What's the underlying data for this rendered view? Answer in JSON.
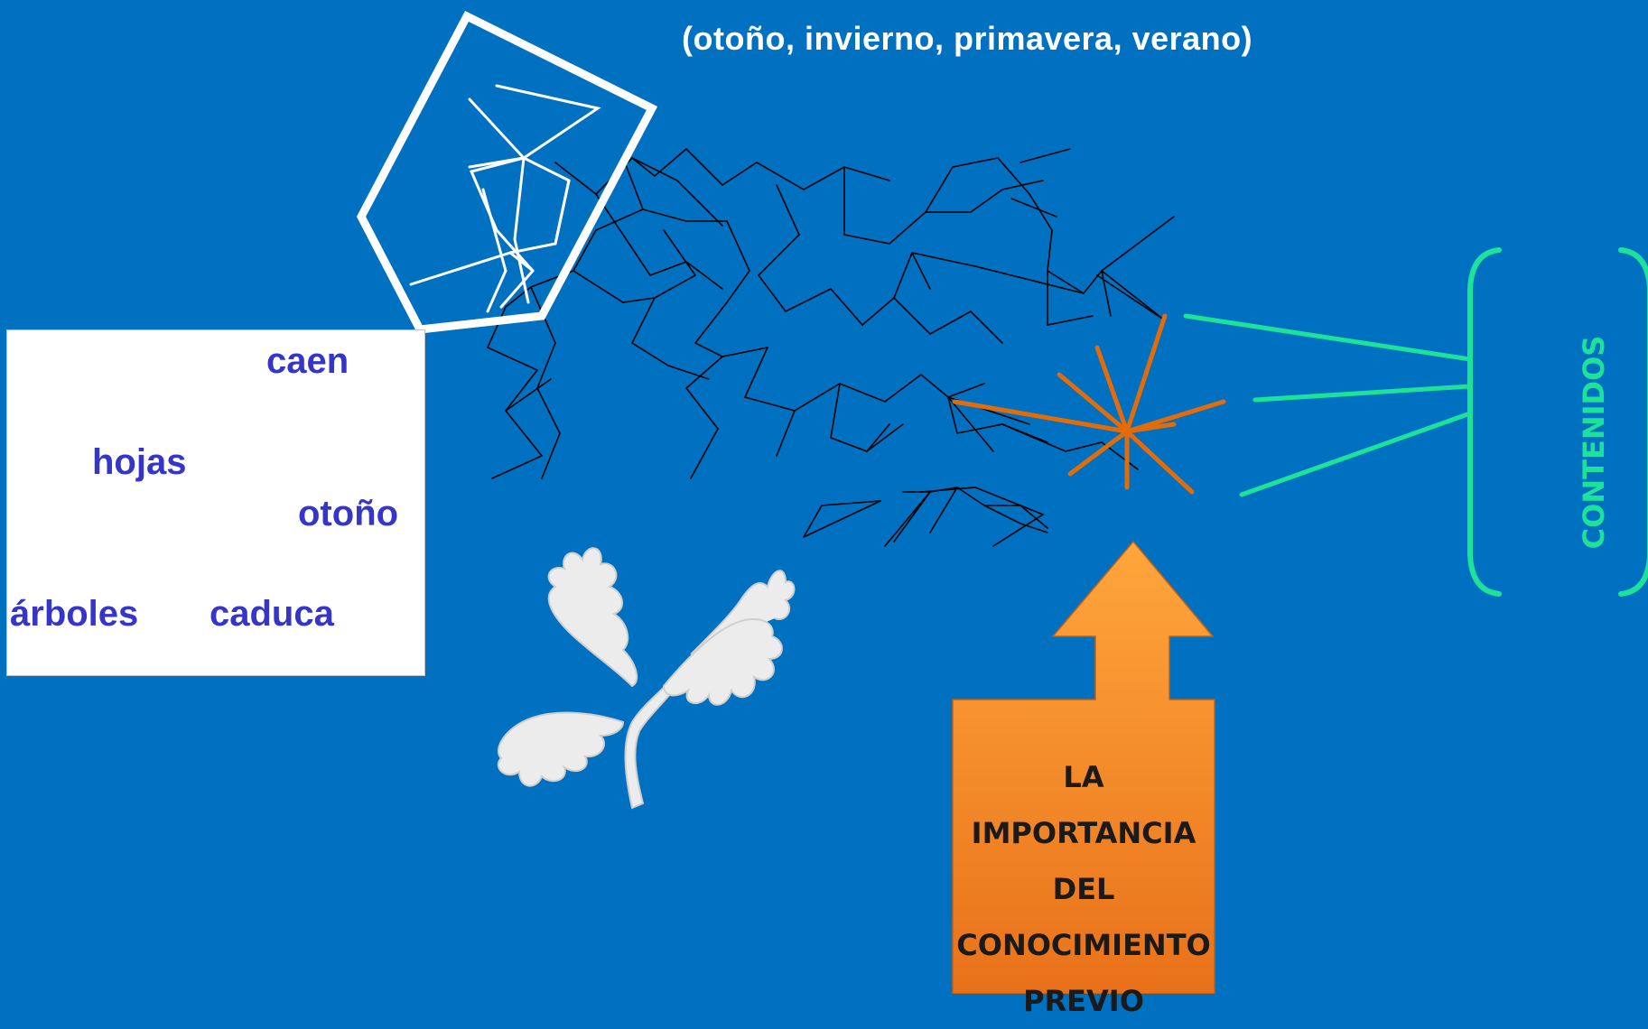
{
  "title": "(otoño,  invierno,  primavera,  verano)",
  "concept_map": {
    "words": {
      "caen": "caen",
      "hojas": "hojas",
      "otono": "otoño",
      "arboles": "árboles",
      "caduca": "caduca"
    }
  },
  "contenidos": "CONTENIDOS",
  "arrow": {
    "line1": "LA IMPORTANCIA",
    "line2": "DEL",
    "line3": "CONOCIMIENTO",
    "line4": "PREVIO"
  },
  "colors": {
    "background": "#0070c0",
    "concept_blue": "#3535c8",
    "network_black": "#000000",
    "network_white": "#ffffff",
    "orange": "#e36c09",
    "green": "#1de29a",
    "arrow_fill": "#f79632"
  }
}
